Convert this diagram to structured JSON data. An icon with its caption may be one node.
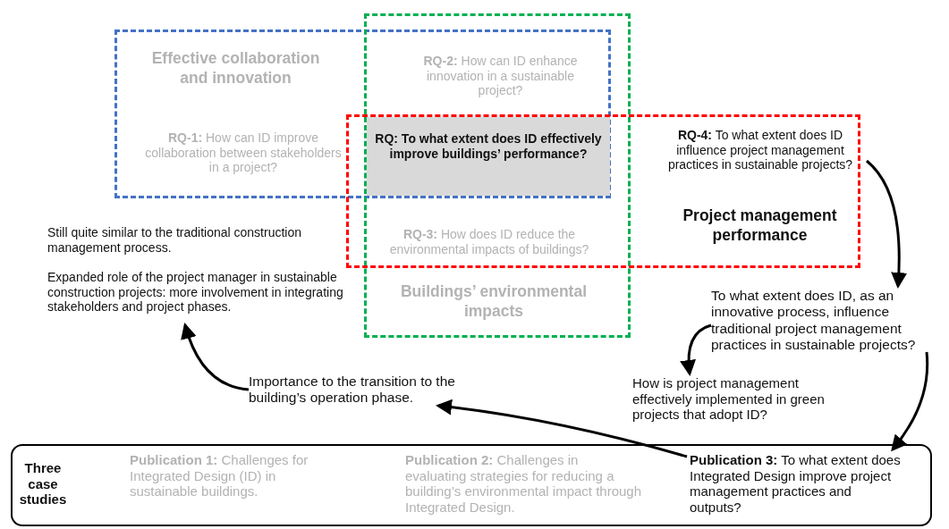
{
  "diagram": {
    "nodes": [
      {
        "text": [
          "Effective collaboration and innovation",
          "**RQ-1:** How can ID improve collaboration between stakeholders in a project?"
        ]
      },
      {
        "text": [
          "Buildings’ environmental impacts"
        ]
      },
      {
        "text": [
          "Project management performance"
        ]
      },
      {
        "text": [
          "RQ: To what extent does ID effectively improve buildings’ performance?"
        ]
      },
      {
        "text": [
          "**RQ-4:** To what extent does ID influence project management practices in sustainable projects?"
        ],
        "in": 2
      },
      {
        "text": [
          "To what extent does ID, as an innovative process, influence traditional project management practices in sustainable projects?"
        ]
      },
      {
        "text": [
          "How is project management effectively implemented in green projects that adopt ID?"
        ]
      },
      {
        "text": [
          "Three case studies"
        ]
      },
      {
        "text": [
          "**Publication 1:** Challenges for Integrated Design (ID) in sustainable buildings."
        ],
        "in": 7
      },
      {
        "text": [
          "**Publication 2:** Challenges in evaluating strategies for reducing a building’s environmental impact through Integrated Design."
        ],
        "in": 7
      },
      {
        "text": [
          "**Publication 3:** To what extent does Integrated Design improve project management practices and outputs?"
        ],
        "in": 7
      },
      {
        "text": [
          "Importance to the transition to the building’s operation phase."
        ]
      },
      {
        "text": [
          "Still quite similar to the traditional construction management process.",
          "Expanded role of the project manager in sustainable construction projects: more involvement in integrating stakeholders and project phases."
        ]
      }
    ],
    "edges": [
      {
        "from": 4,
        "to": 5,
        "arrow": "to"
      },
      {
        "from": 5,
        "to": 6,
        "arrow": "to"
      },
      {
        "from": 5,
        "to": 10,
        "arrow": "to"
      },
      {
        "from": 10,
        "to": 11,
        "arrow": "to"
      },
      {
        "from": 11,
        "to": 12,
        "arrow": "to"
      }
    ],
    "labels": [
      "**RQ-2:** How can ID enhance innovation in a sustainable project?",
      "**RQ-3:** How does ID reduce the environmental impacts of buildings?"
    ]
  }
}
